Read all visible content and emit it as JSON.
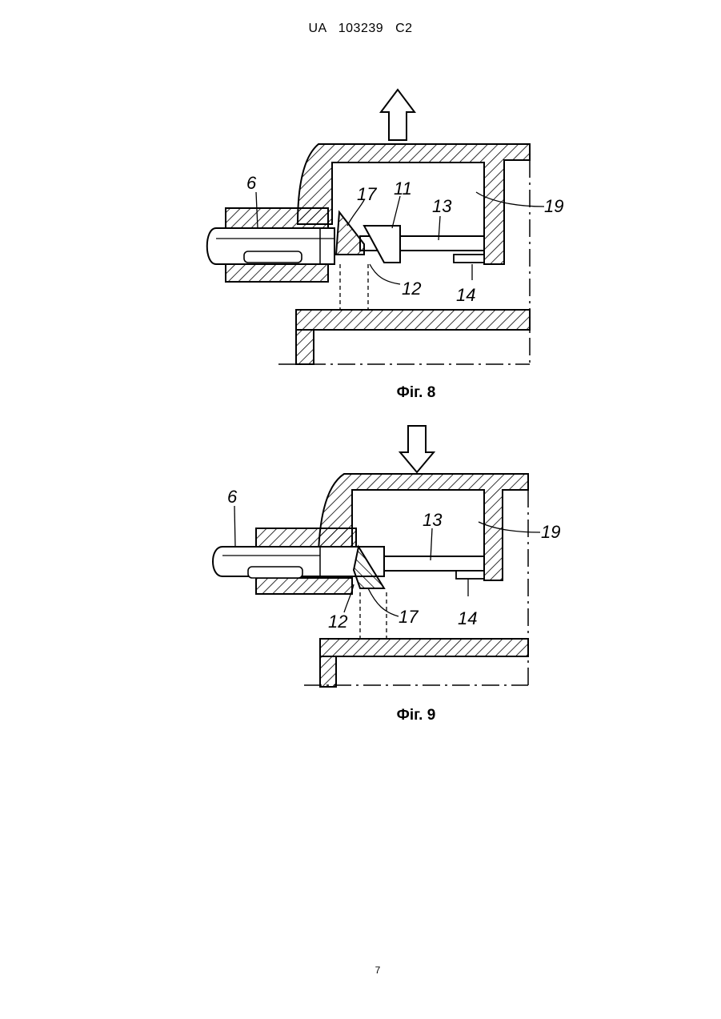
{
  "header": {
    "text": "UA   103239   C2"
  },
  "figures": [
    {
      "caption": "Фіг. 8",
      "labels": {
        "l6": "6",
        "l17": "17",
        "l11": "11",
        "l13": "13",
        "l19": "19",
        "l12": "12",
        "l14": "14"
      }
    },
    {
      "caption": "Фіг. 9",
      "labels": {
        "l6": "6",
        "l13": "13",
        "l19": "19",
        "l12": "12",
        "l17": "17",
        "l14": "14"
      }
    }
  ],
  "footer": {
    "page_number": "7"
  }
}
